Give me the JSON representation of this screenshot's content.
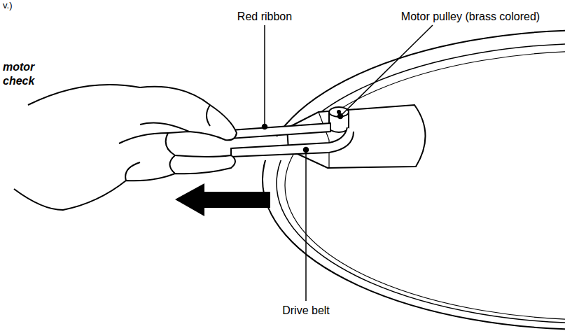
{
  "diagram": {
    "labels": [
      "v.)",
      "motor",
      "check",
      "Red ribbon",
      "Motor pulley (brass colored)",
      "Drive belt"
    ]
  }
}
